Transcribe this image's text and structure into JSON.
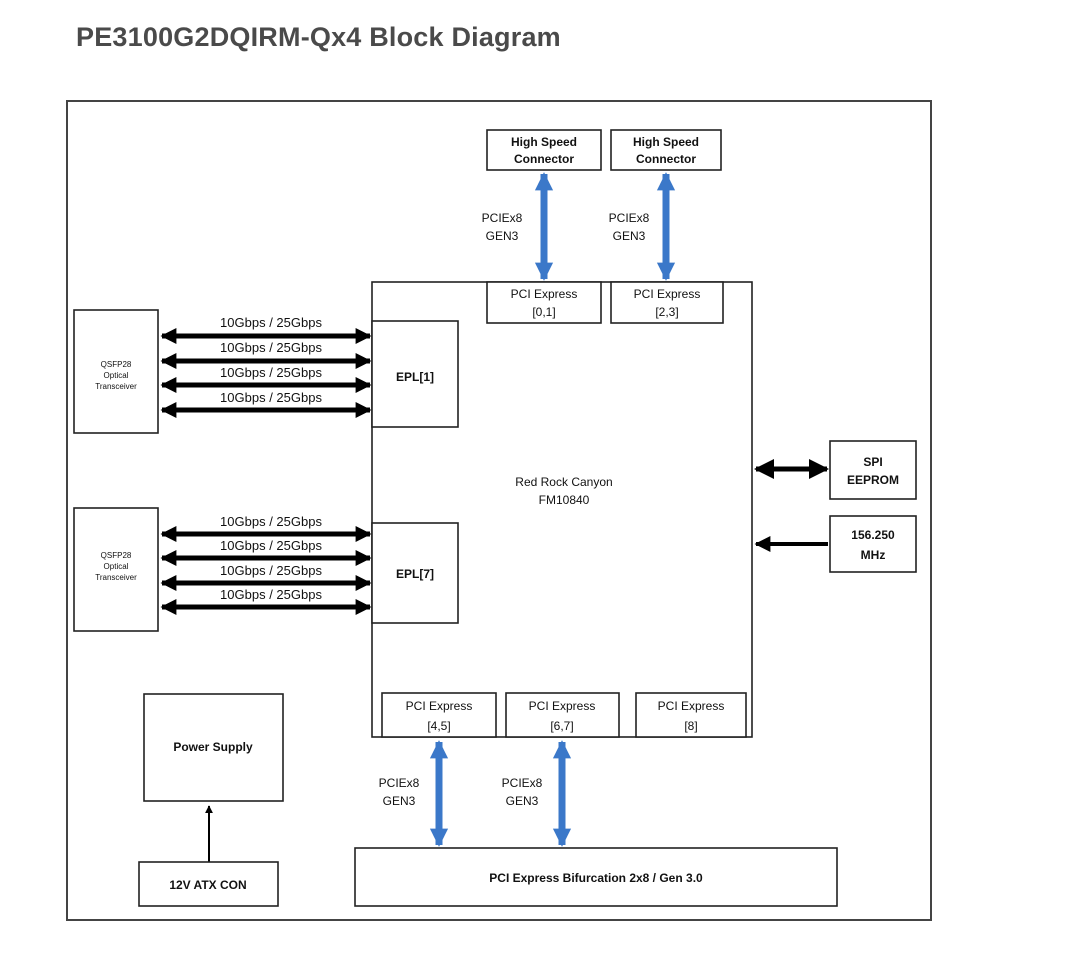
{
  "title": "PE3100G2DQIRM-Qx4 Block Diagram",
  "connectors": [
    {
      "line1": "High Speed",
      "line2": "Connector"
    },
    {
      "line1": "High Speed",
      "line2": "Connector"
    }
  ],
  "pcie_link": {
    "line1": "PCIEx8",
    "line2": "GEN3"
  },
  "pcie_top": [
    {
      "line1": "PCI Express",
      "line2": "[0,1]"
    },
    {
      "line1": "PCI Express",
      "line2": "[2,3]"
    }
  ],
  "pcie_bottom": [
    {
      "line1": "PCI Express",
      "line2": "[4,5]"
    },
    {
      "line1": "PCI Express",
      "line2": "[6,7]"
    },
    {
      "line1": "PCI Express",
      "line2": "[8]"
    }
  ],
  "chip": {
    "line1": "Red Rock Canyon",
    "line2": "FM10840"
  },
  "epl": [
    "EPL[1]",
    "EPL[7]"
  ],
  "lane_speed": "10Gbps / 25Gbps",
  "transceiver": {
    "line1": "QSFP28",
    "line2": "Optical",
    "line3": "Transceiver"
  },
  "spi": {
    "line1": "SPI",
    "line2": "EEPROM"
  },
  "clock": {
    "line1": "156.250",
    "line2": "MHz"
  },
  "power_supply": "Power Supply",
  "atx_con": "12V ATX CON",
  "bifurcation": "PCI Express Bifurcation 2x8 / Gen 3.0",
  "colors": {
    "link_arrow": "#3b78c9",
    "data_arrow": "#000000",
    "frame": "#444444",
    "title": "#4a4a4a"
  }
}
